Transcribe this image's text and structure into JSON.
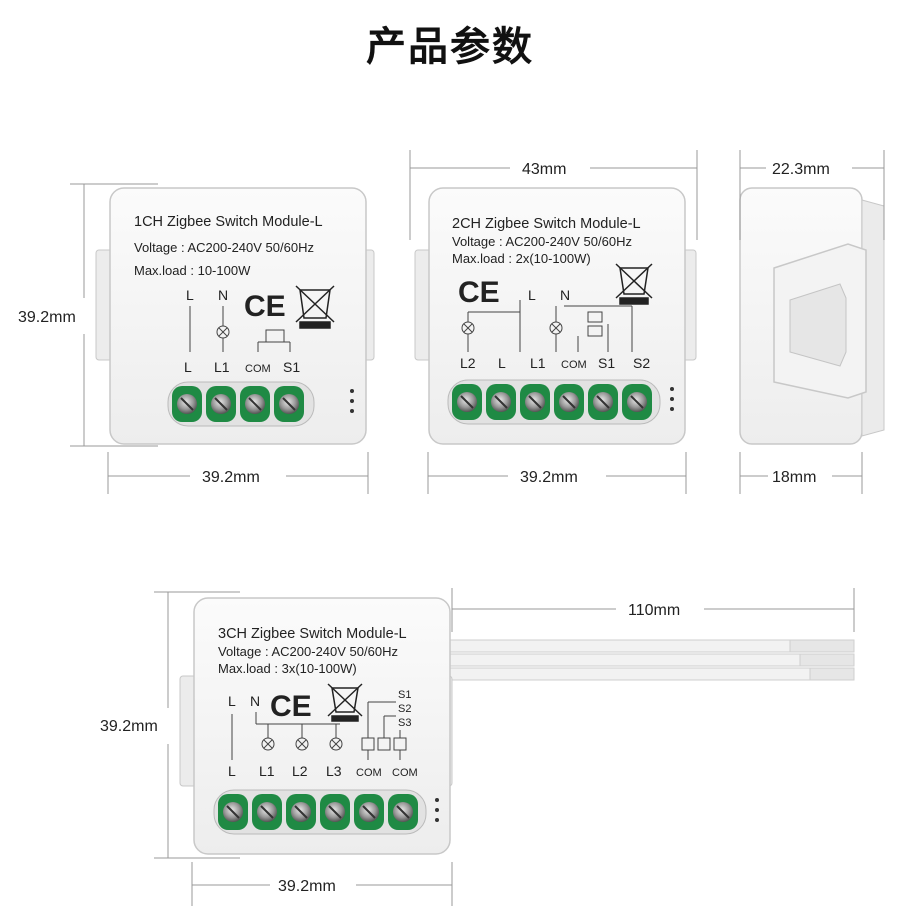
{
  "page": {
    "title": "产品参数"
  },
  "module_1ch": {
    "name": "1CH Zigbee Switch Module-L",
    "voltage": "Voltage : AC200-240V 50/60Hz",
    "maxload": "Max.load : 10-100W",
    "top_labels": [
      "L",
      "N"
    ],
    "terminals": [
      "L",
      "L1",
      "COM",
      "S1"
    ],
    "width_dim": "39.2mm",
    "height_dim": "39.2mm"
  },
  "module_2ch": {
    "name": "2CH Zigbee Switch Module-L",
    "voltage": "Voltage : AC200-240V 50/60Hz",
    "maxload": "Max.load : 2x(10-100W)",
    "top_labels": [
      "L",
      "N"
    ],
    "terminals": [
      "L2",
      "L",
      "L1",
      "COM",
      "S1",
      "S2"
    ],
    "width_dim": "39.2mm",
    "outer_width_dim": "43mm"
  },
  "side_view": {
    "depth_dim": "22.3mm",
    "body_dim": "18mm"
  },
  "module_3ch": {
    "name": "3CH Zigbee Switch Module-L",
    "voltage": "Voltage : AC200-240V 50/60Hz",
    "maxload": "Max.load : 3x(10-100W)",
    "top_labels": [
      "L",
      "N"
    ],
    "switch_labels": [
      "S1",
      "S2",
      "S3"
    ],
    "terminals": [
      "L",
      "L1",
      "L2",
      "L3",
      "COM",
      "COM"
    ],
    "width_dim": "39.2mm",
    "height_dim": "39.2mm",
    "wire_dim": "110mm"
  },
  "colors": {
    "terminal_green": "#1f8a44",
    "housing": "#f6f6f6",
    "outline": "#c8c8c8"
  }
}
